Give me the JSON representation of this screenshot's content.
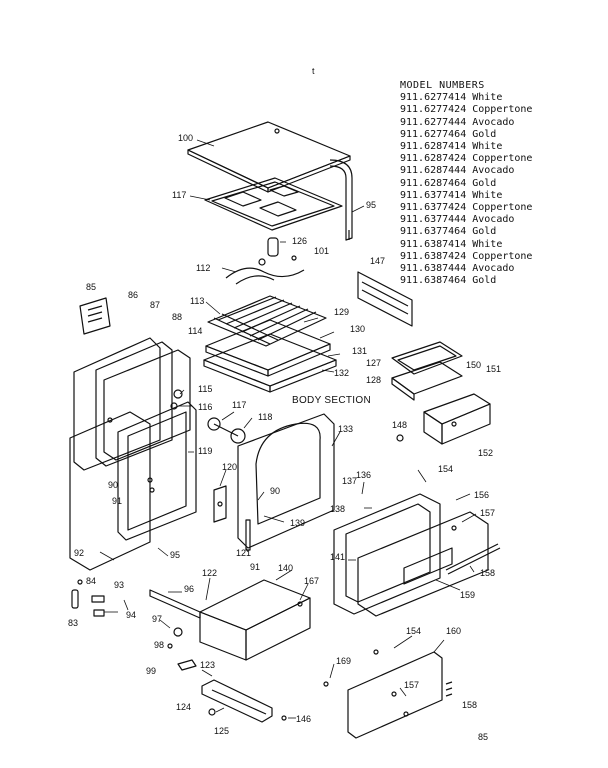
{
  "top_mark": "t",
  "model_numbers": {
    "header": "MODEL NUMBERS",
    "rows": [
      "911.6277414 White",
      "911.6277424 Coppertone",
      "911.6277444 Avocado",
      "911.6277464 Gold",
      "911.6287414 White",
      "911.6287424 Coppertone",
      "911.6287444 Avocado",
      "911.6287464 Gold",
      "911.6377414 White",
      "911.6377424 Coppertone",
      "911.6377444 Avocado",
      "911.6377464 Gold",
      "911.6387414 White",
      "911.6387424 Coppertone",
      "911.6387444 Avocado",
      "911.6387464 Gold"
    ]
  },
  "section_title": "BODY SECTION",
  "page_number": "85",
  "part_labels": {
    "p100": "100",
    "p117a": "117",
    "p95a": "95",
    "p126": "126",
    "p101": "101",
    "p112": "112",
    "p147": "147",
    "p85": "85",
    "p86": "86",
    "p87": "87",
    "p88": "88",
    "p113": "113",
    "p129": "129",
    "p130": "130",
    "p114": "114",
    "p131": "131",
    "p127": "127",
    "p150": "150",
    "p151": "151",
    "p132": "132",
    "p128": "128",
    "p115": "115",
    "p116": "116",
    "p117b": "117",
    "p118": "118",
    "p148": "148",
    "p152": "152",
    "p133": "133",
    "p119": "119",
    "p120": "120",
    "p136": "136",
    "p154a": "154",
    "p137": "137",
    "p90a": "90",
    "p90b": "90",
    "p91a": "91",
    "p156": "156",
    "p138": "138",
    "p157a": "157",
    "p139": "139",
    "p141": "141",
    "p158a": "158",
    "p92": "92",
    "p95b": "95",
    "p121": "121",
    "p91b": "91",
    "p140": "140",
    "p84": "84",
    "p93": "93",
    "p122": "122",
    "p96": "96",
    "p167": "167",
    "p159": "159",
    "p83": "83",
    "p94": "94",
    "p97": "97",
    "p154b": "154",
    "p160": "160",
    "p98": "98",
    "p99": "99",
    "p123": "123",
    "p169": "169",
    "p157b": "157",
    "p158b": "158",
    "p124": "124",
    "p146": "146",
    "p125": "125"
  }
}
